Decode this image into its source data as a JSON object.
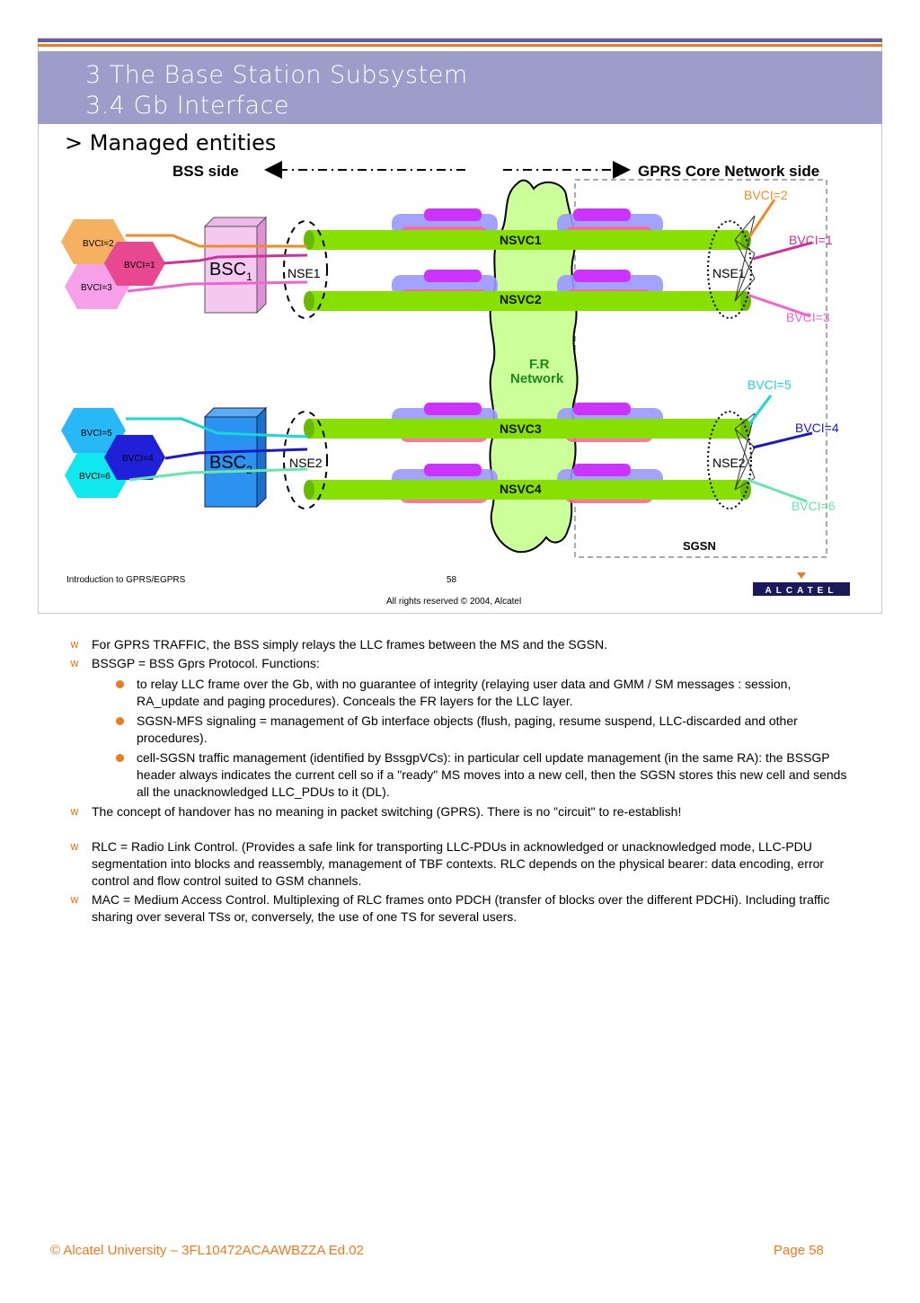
{
  "header": {
    "title_line1": "3 The Base Station Subsystem",
    "title_line2": "3.4 Gb Interface",
    "subtitle": "> Managed entities"
  },
  "diagram": {
    "bss_side": "BSS side",
    "core_side": "GPRS Core Network side",
    "bsc1": "BSC",
    "bsc1_sub": "1",
    "bsc2": "BSC",
    "bsc2_sub": "2",
    "nse1": "NSE1",
    "nse2": "NSE2",
    "nsvc1": "NSVC1",
    "nsvc2": "NSVC2",
    "nsvc3": "NSVC3",
    "nsvc4": "NSVC4",
    "fr_network_line1": "F.R",
    "fr_network_line2": "Network",
    "sgsn": "SGSN",
    "bss_bvci": {
      "bvci2": "BVCI=2",
      "bvci1": "BVCI=1",
      "bvci3": "BVCI=3",
      "bvci5": "BVCI=5",
      "bvci4": "BVCI=4",
      "bvci6": "BVCI=6"
    },
    "core_bvci": {
      "bvci2": "BVCI=2",
      "bvci1": "BVCI=1",
      "bvci3": "BVCI=3",
      "bvci5": "BVCI=5",
      "bvci4": "BVCI=4",
      "bvci6": "BVCI=6"
    },
    "colors": {
      "bvci1": "#cc3399",
      "bvci2": "#f08c28",
      "bvci3": "#ee66cc",
      "bvci4": "#1a1acc",
      "bvci5": "#1ad6d6",
      "bvci6": "#66e6a8",
      "pipe": "#88e000",
      "cloud": "#ccff99",
      "bsc1": "#f5c8f0",
      "bsc2": "#2a92f0"
    }
  },
  "slide_footer": {
    "course": "Introduction to GPRS/EGPRS",
    "page": "58",
    "rights": "All rights reserved © 2004, Alcatel",
    "logo": "ALCATEL"
  },
  "notes": {
    "bullet_marker": "w",
    "item1": "For GPRS TRAFFIC, the BSS simply relays the LLC frames between the MS and the SGSN.",
    "item2": "BSSGP = BSS Gprs Protocol. Functions:",
    "item2_sub1": "to relay LLC frame over the Gb, with no guarantee of integrity (relaying user data and GMM / SM messages : session, RA_update and paging procedures). Conceals the FR layers for the LLC layer.",
    "item2_sub2": "SGSN-MFS signaling = management of Gb interface objects (flush, paging, resume suspend, LLC-discarded and other procedures).",
    "item2_sub3": "cell-SGSN traffic management (identified by BssgpVCs):  in particular cell update management (in the same RA): the BSSGP header always indicates the current cell so if a \"ready\" MS moves into a new cell, then the SGSN stores this new cell and sends all the unacknowledged LLC_PDUs to it (DL).",
    "item3": "The concept of handover has no meaning in packet switching (GPRS). There is no \"circuit\" to re-establish!",
    "item4": "RLC = Radio Link Control. (Provides a safe link for transporting LLC-PDUs in acknowledged or unacknowledged mode, LLC-PDU segmentation into blocks and reassembly, management of TBF contexts. RLC depends on the physical bearer: data encoding, error control and flow control suited to GSM channels.",
    "item5": "MAC = Medium Access Control. Multiplexing of RLC frames onto PDCH (transfer of blocks over the different PDCHi). Including traffic sharing over several TSs or, conversely, the use of one TS for several users."
  },
  "footer": {
    "left": "© Alcatel University – 3FL10472ACAAWBZZA Ed.02",
    "right": "Page 58"
  }
}
